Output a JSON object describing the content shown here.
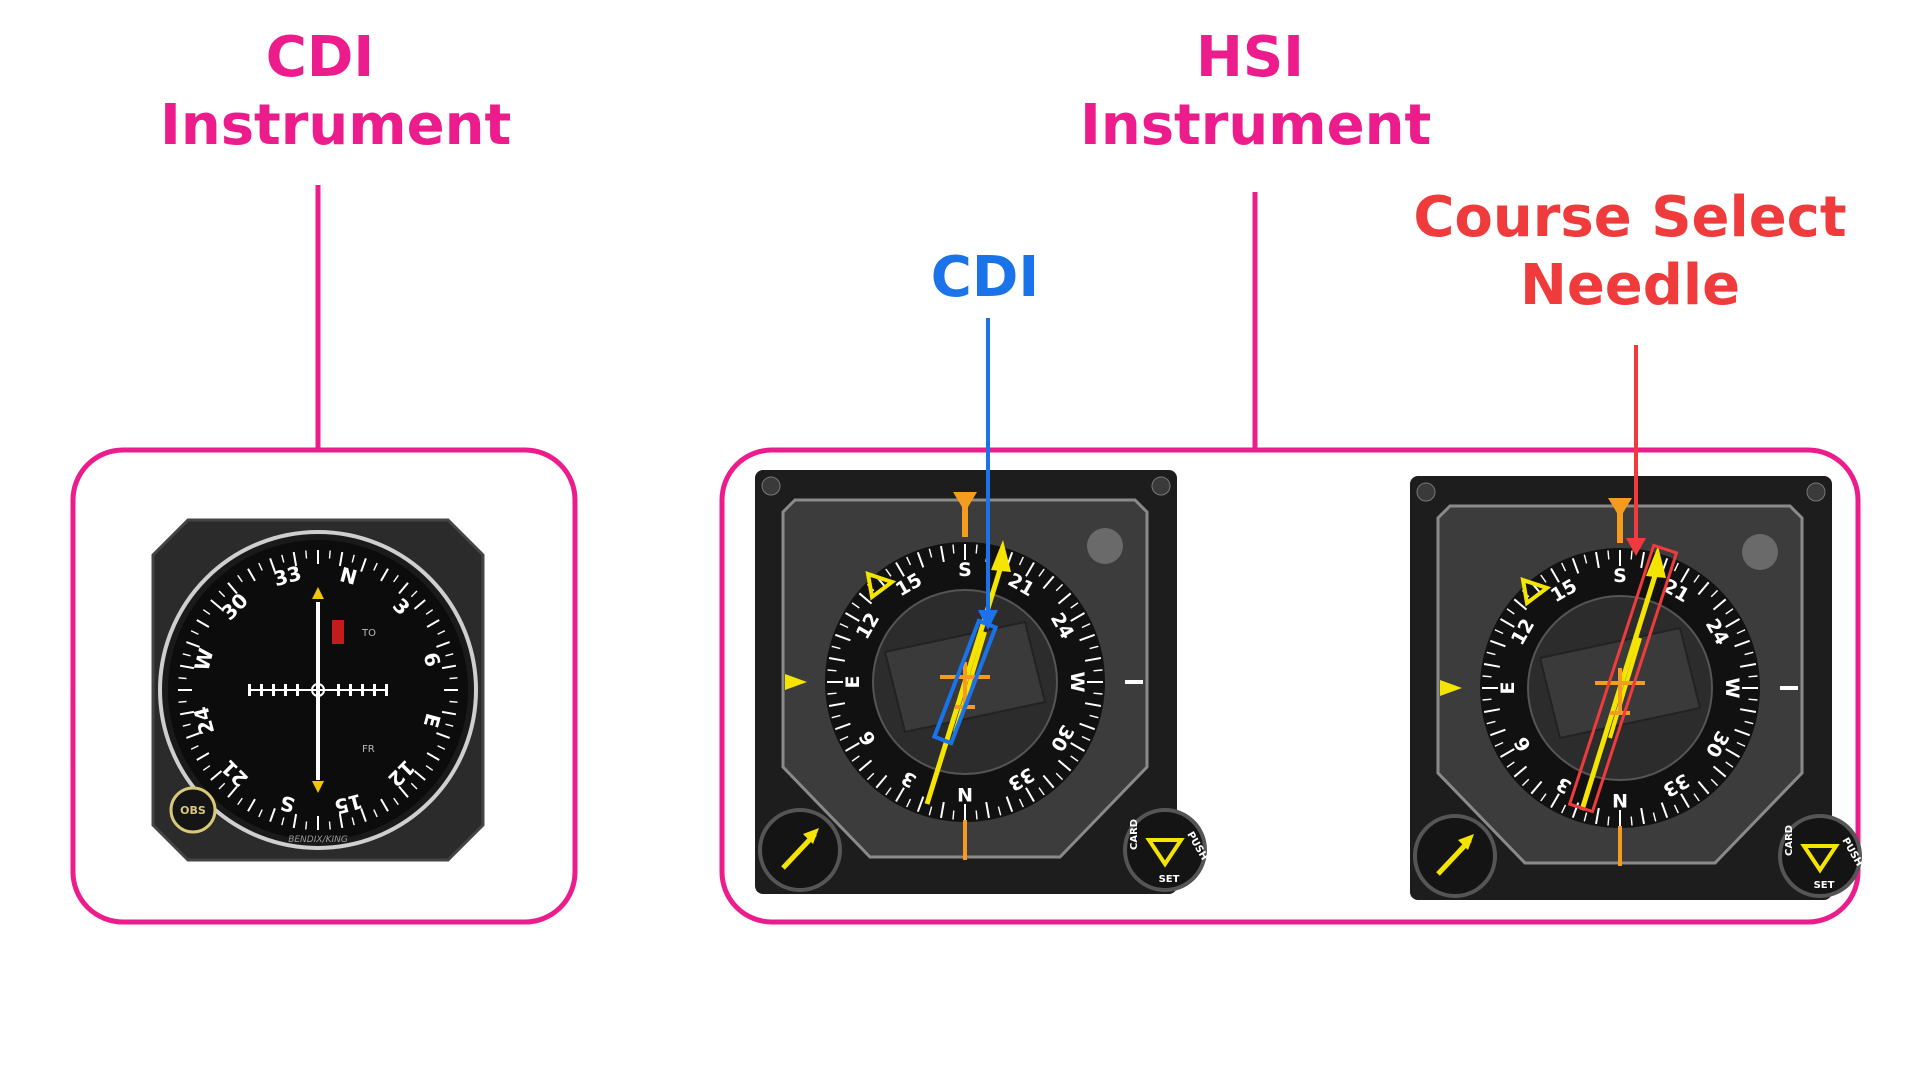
{
  "cdi_group": {
    "title_line1": "CDI",
    "title_line2": "Instrument",
    "instrument": {
      "brand": "BENDIX/KING",
      "knob_label": "OBS",
      "flag_to": "TO",
      "flag_from": "FR",
      "heading_labels": [
        "N",
        "3",
        "6",
        "E",
        "12",
        "15",
        "S",
        "21",
        "24",
        "W",
        "30",
        "33"
      ]
    }
  },
  "hsi_group": {
    "title_line1": "HSI",
    "title_line2": "Instrument",
    "cdi_callout": "CDI",
    "course_callout_line1": "Course Select",
    "course_callout_line2": "Needle",
    "instrument": {
      "card_labels": [
        "N",
        "3",
        "6",
        "E",
        "12",
        "15",
        "S",
        "21",
        "24",
        "W",
        "30",
        "33"
      ],
      "knob_label_top": "PUSH",
      "knob_label_side": "CARD",
      "knob_label_bottom": "SET"
    }
  },
  "colors": {
    "magenta": "#ec1c8c",
    "blue": "#1a73e8",
    "red": "#ef3b3b",
    "needle_yellow": "#f4e400",
    "bezel_dark": "#2a2a2a",
    "face_black": "#111111",
    "amber": "#f39c1f"
  }
}
